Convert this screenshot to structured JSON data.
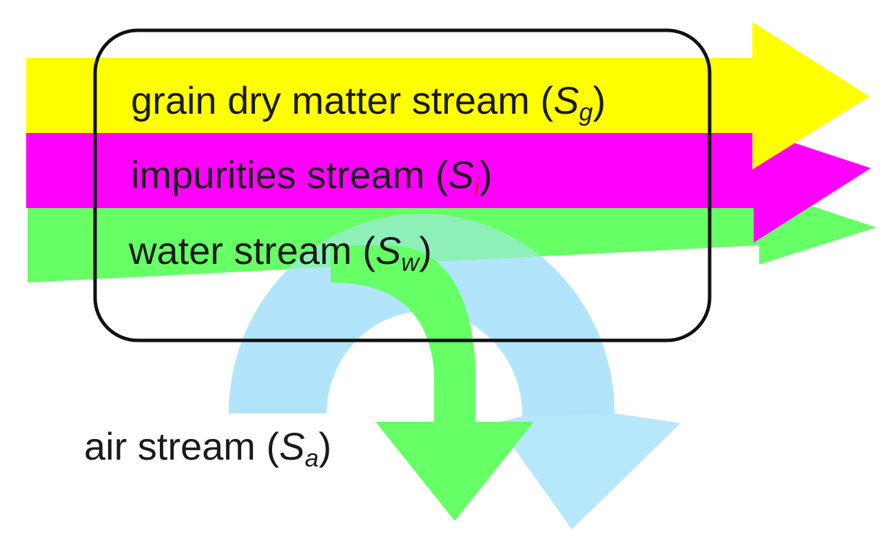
{
  "colors": {
    "grain": "#ffff00",
    "impurities": "#ff00ff",
    "water": "#66ff66",
    "air": "#aee4fb",
    "system_border": "#111111",
    "impurities_subscript": "#cc0033"
  },
  "streams": {
    "grain": {
      "name": "grain dry matter stream",
      "open": "(",
      "symbol": "S",
      "subscript": "g",
      "close": ")"
    },
    "impurities": {
      "name": "impurities stream",
      "open": "(",
      "symbol": "S",
      "subscript": "i",
      "close": ")"
    },
    "water": {
      "name": "water stream",
      "open": "(",
      "symbol": "S",
      "subscript": "w",
      "close": ")"
    },
    "air": {
      "name": "air stream",
      "open": "(",
      "symbol": "S",
      "subscript": "a",
      "close": ")"
    }
  }
}
